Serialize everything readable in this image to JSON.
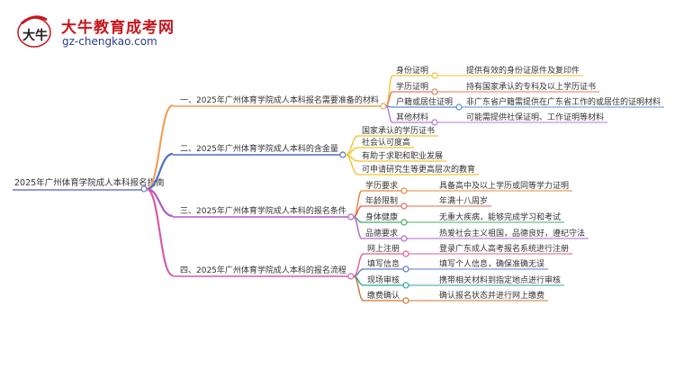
{
  "logo": {
    "site_name": "大牛教育成考网",
    "url": "gz-chengkao.com",
    "badge_text": "大牛"
  },
  "root": "2025年广州体育学院成人本科报名指南",
  "branches": [
    {
      "label": "一、2025年广州体育学院成人本科报名需要准备的材料",
      "color": "#f0a05a",
      "children": [
        {
          "label": "身份证明",
          "detail": "提供有效的身份证原件及复印件"
        },
        {
          "label": "学历证明",
          "detail": "持有国家承认的专科及以上学历证书"
        },
        {
          "label": "户籍或居住证明",
          "detail": "非广东省户籍需提供在广东省工作的或居住的证明材料"
        },
        {
          "label": "其他材料",
          "detail": "可能需提供社保证明、工作证明等材料"
        }
      ]
    },
    {
      "label": "二、2025年广州体育学院成人本科的含金量",
      "color": "#4a6fc8",
      "children": [
        {
          "label": "国家承认的学历证书"
        },
        {
          "label": "社会认可度高"
        },
        {
          "label": "有助于求职和职业发展"
        },
        {
          "label": "可申请研究生等更高层次的教育"
        }
      ]
    },
    {
      "label": "三、2025年广州体育学院成人本科的报名条件",
      "color": "#b15ac8",
      "children": [
        {
          "label": "学历要求",
          "detail": "具备高中及以上学历或同等学力证明"
        },
        {
          "label": "年龄限制",
          "detail": "年满十八周岁"
        },
        {
          "label": "身体健康",
          "detail": "无重大疾病，能够完成学习和考试"
        },
        {
          "label": "品德要求",
          "detail": "热爱社会主义祖国，品德良好，遵纪守法"
        }
      ]
    },
    {
      "label": "四、2025年广州体育学院成人本科的报名流程",
      "color": "#d65aa8",
      "children": [
        {
          "label": "网上注册",
          "detail": "登录广东成人高考报名系统进行注册"
        },
        {
          "label": "填写信息",
          "detail": "填写个人信息，确保准确无误"
        },
        {
          "label": "现场审核",
          "detail": "携带相关材料到指定地点进行审核"
        },
        {
          "label": "缴费确认",
          "detail": "确认报名状态并进行网上缴费"
        }
      ]
    }
  ],
  "colors": {
    "child_palette_1": [
      "#f2c330",
      "#e87a5a",
      "#5a8fd6",
      "#b17ad8"
    ],
    "child_palette_3": [
      "#e8873a",
      "#e86a5a",
      "#4aa86a",
      "#b06ad0"
    ],
    "child_palette_4": [
      "#e85a8a",
      "#5a7ad6",
      "#2aa8a0",
      "#d07030"
    ],
    "branch2_leaf": "#f2c330"
  }
}
